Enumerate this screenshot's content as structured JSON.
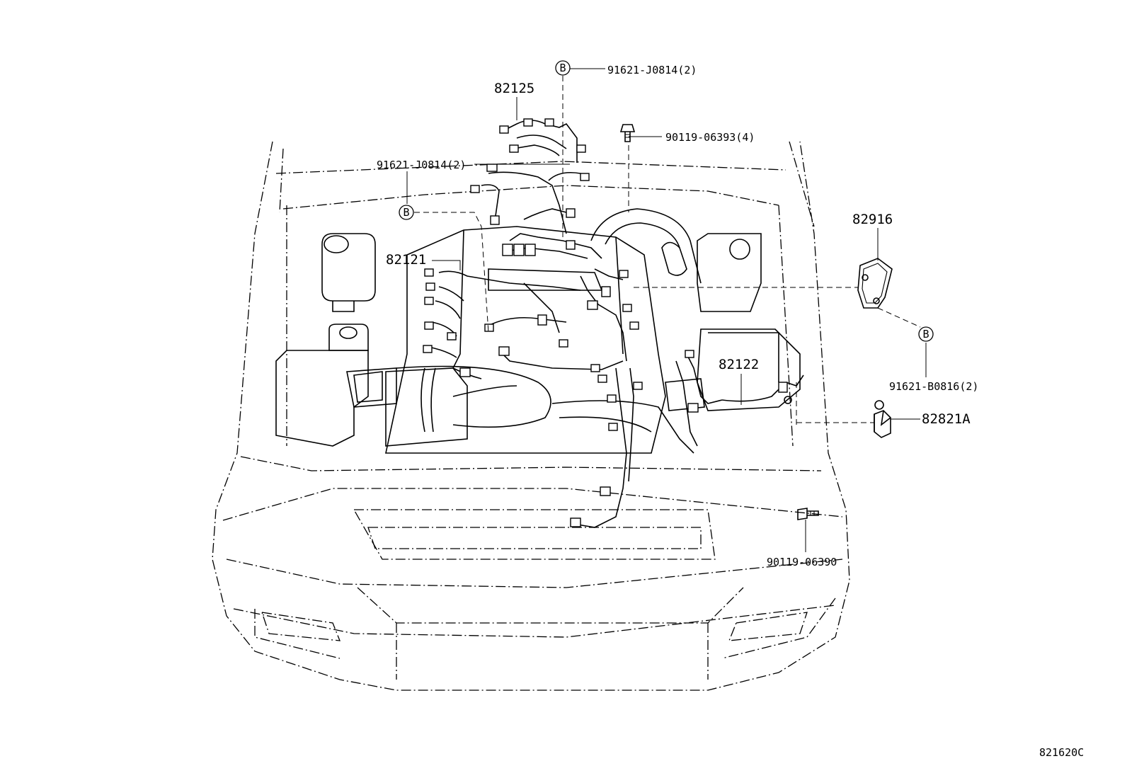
{
  "labels": {
    "b_top_part": "91621-J0814(2)",
    "b_left_part": "91621-J0814(2)",
    "b_right_part": "91621-B0816(2)",
    "bolt_top": "90119-06393(4)",
    "bolt_bottom": "90119-06390",
    "harness_82125": "82125",
    "harness_82121": "82121",
    "harness_82122": "82122",
    "cover_82916": "82916",
    "relay_82821A": "82821A",
    "callout_b": "B",
    "diagram_code": "821620C"
  }
}
